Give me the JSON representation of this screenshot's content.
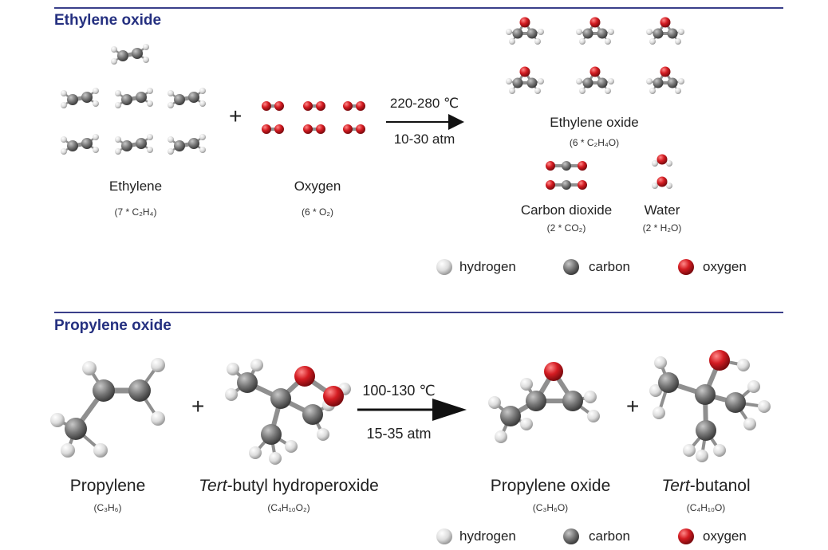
{
  "sections": [
    {
      "title": "Ethylene oxide",
      "reactants": [
        {
          "name": "Ethylene",
          "formula": "(7 * C₂H₄)"
        },
        {
          "name": "Oxygen",
          "formula": "(6 * O₂)"
        }
      ],
      "condition_temp": "220-280 ℃",
      "condition_pressure": "10-30 atm",
      "products": [
        {
          "name": "Ethylene oxide",
          "formula": "(6 * C₂H₄O)"
        },
        {
          "name": "Carbon dioxide",
          "formula": "(2 * CO₂)"
        },
        {
          "name": "Water",
          "formula": "(2 * H₂O)"
        }
      ]
    },
    {
      "title": "Propylene oxide",
      "reactants": [
        {
          "name": "Propylene",
          "formula": "(C₃H₆)"
        },
        {
          "name_italic": "Tert",
          "name_rest": "-butyl hydroperoxide",
          "formula": "(C₄H₁₀O₂)"
        }
      ],
      "condition_temp": "100-130 ℃",
      "condition_pressure": "15-35 atm",
      "products": [
        {
          "name": "Propylene oxide",
          "formula": "(C₃H₆O)"
        },
        {
          "name_italic": "Tert",
          "name_rest": "-butanol",
          "formula": "(C₄H₁₀O)"
        }
      ]
    }
  ],
  "plus_sign": "+",
  "legend": {
    "hydrogen": "hydrogen",
    "carbon": "carbon",
    "oxygen": "oxygen"
  },
  "colors": {
    "section_title": "#253080",
    "rule": "#3a3f8a",
    "hydrogen": "#e6e6e6",
    "carbon": "#7a7a7a",
    "oxygen": "#d01f24"
  }
}
